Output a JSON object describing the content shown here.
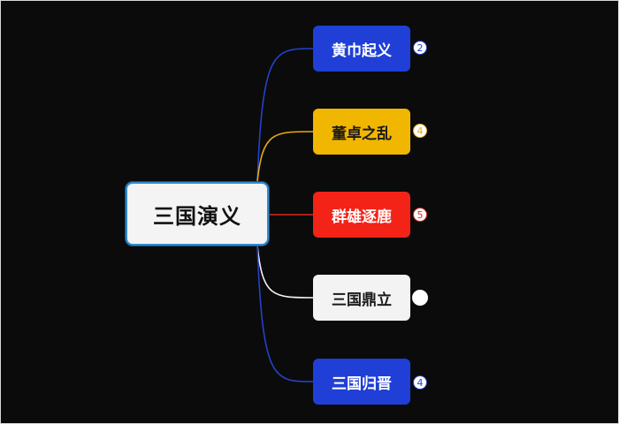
{
  "root": {
    "label": "三国演义"
  },
  "topics": [
    {
      "label": "黄巾起义",
      "bg": "#1f3fd6",
      "text_color": "#ffffff",
      "line_color": "#2442c8",
      "badge": "2",
      "badge_color": "#2244cc"
    },
    {
      "label": "董卓之乱",
      "bg": "#f1b600",
      "text_color": "#1a1a1a",
      "line_color": "#e6ac0b",
      "badge": "4",
      "badge_color": "#e2ad13"
    },
    {
      "label": "群雄逐鹿",
      "bg": "#f32317",
      "text_color": "#ffffff",
      "line_color": "#e0241b",
      "badge": "5",
      "badge_color": "#e02820"
    },
    {
      "label": "三国鼎立",
      "bg": "#f3f3f3",
      "text_color": "#1a1a1a",
      "line_color": "#f2f2f2",
      "badge": "",
      "badge_color": "#ffffff"
    },
    {
      "label": "三国归晋",
      "bg": "#1f3fd6",
      "text_color": "#ffffff",
      "line_color": "#2442c8",
      "badge": "4",
      "badge_color": "#2244cc"
    }
  ]
}
